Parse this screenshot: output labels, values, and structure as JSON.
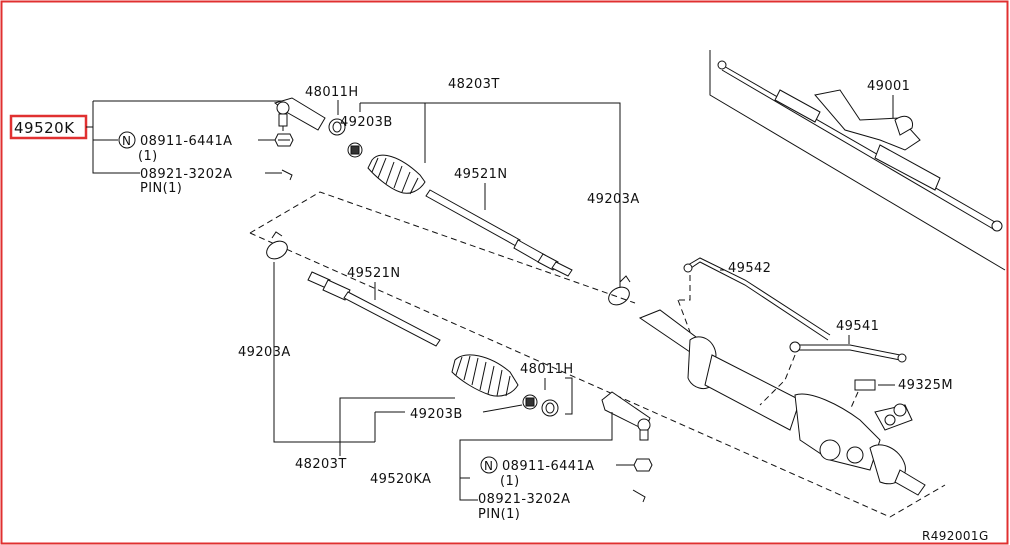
{
  "colors": {
    "frame": "#e03030",
    "highlight": "#e03030",
    "ink": "#111111"
  },
  "labels": {
    "p49520K": "49520K",
    "p48011H_top": "48011H",
    "p48203T_top": "48203T",
    "p49203B_top": "49203B",
    "p49001": "49001",
    "n08911_top": "08911-6441A",
    "qty1_top": "(1)",
    "p08921_top": "08921-3202A",
    "pin1_top": "PIN(1)",
    "p49521N_top": "49521N",
    "p49203A_right": "49203A",
    "p49542": "49542",
    "p49541": "49541",
    "p49325M": "49325M",
    "p49521N_low": "49521N",
    "p49203A_left": "49203A",
    "p48011H_low": "48011H",
    "p49203B_low": "49203B",
    "p48203T_low": "48203T",
    "p49520KA": "49520KA",
    "n08911_low": "08911-6441A",
    "qty1_low": "(1)",
    "p08921_low": "08921-3202A",
    "pin1_low": "PIN(1)",
    "n_symbol": "N",
    "drawing_code": "R492001G"
  }
}
